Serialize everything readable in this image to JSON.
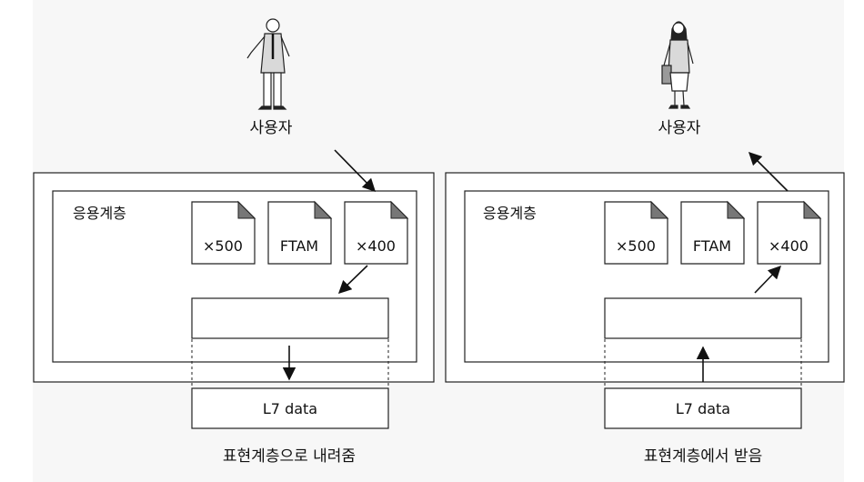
{
  "left": {
    "user_label": "사용자",
    "layer_label": "응용계층",
    "docs": [
      "×500",
      "FTAM",
      "×400"
    ],
    "data_label": "L7 data",
    "caption": "표현계층으로 내려줌"
  },
  "right": {
    "user_label": "사용자",
    "layer_label": "응용계층",
    "docs": [
      "×500",
      "FTAM",
      "×400"
    ],
    "data_label": "L7 data",
    "caption": "표현계층에서 받음"
  },
  "icons": {
    "left_person": "man-with-suit-icon",
    "right_person": "woman-with-bag-icon"
  }
}
